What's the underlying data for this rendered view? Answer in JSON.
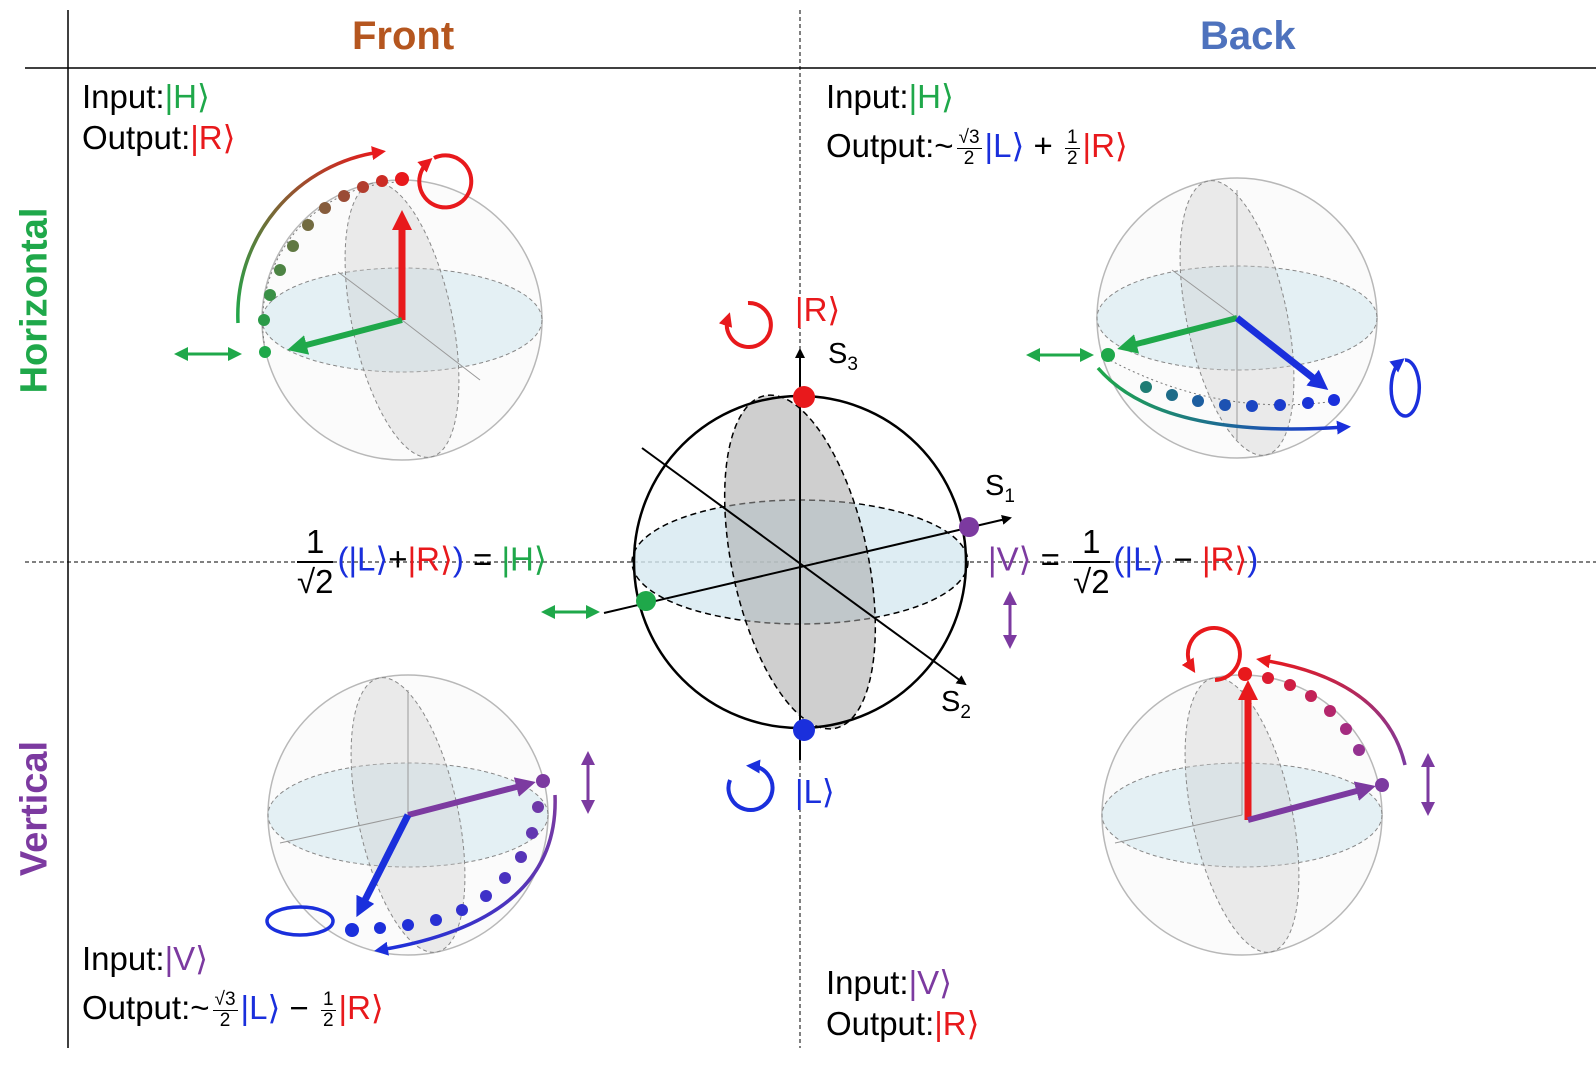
{
  "headers": {
    "front": "Front",
    "back": "Back"
  },
  "rows": {
    "horizontal": "Horizontal",
    "vertical": "Vertical"
  },
  "colors": {
    "front": "#b5561f",
    "back": "#4e72bd",
    "H": "#1fa84a",
    "V": "#7c3aa0",
    "R": "#e8191c",
    "L": "#1a2fdc"
  },
  "panels": {
    "front_horizontal": {
      "input_label": "Input:",
      "input_state": "|H⟩",
      "output_label": "Output:",
      "output_state": "|R⟩"
    },
    "back_horizontal": {
      "input_label": "Input:",
      "input_state": "|H⟩",
      "output_label": "Output:~",
      "coef1_num": "√3",
      "coef1_den": "2",
      "state1": "|L⟩",
      "op": "+",
      "coef2_num": "1",
      "coef2_den": "2",
      "state2": "|R⟩"
    },
    "front_vertical": {
      "input_label": "Input:",
      "input_state": "|V⟩",
      "output_label": "Output:~",
      "coef1_num": "√3",
      "coef1_den": "2",
      "state1": "|L⟩",
      "op": "−",
      "coef2_num": "1",
      "coef2_den": "2",
      "state2": "|R⟩"
    },
    "back_vertical": {
      "input_label": "Input:",
      "input_state": "|V⟩",
      "output_label": "Output:",
      "output_state": "|R⟩"
    }
  },
  "center": {
    "R_state": "|R⟩",
    "L_state": "|L⟩",
    "S3": "S",
    "S3_sub": "3",
    "S1": "S",
    "S1_sub": "1",
    "S2": "S",
    "S2_sub": "2",
    "H_eq": {
      "num": "1",
      "den": "√2",
      "open": "(",
      "L": "|L⟩",
      "plus": "+",
      "R": "|R⟩",
      "close": ")",
      "eq": " = ",
      "H": "|H⟩"
    },
    "V_eq": {
      "V": "|V⟩",
      "eq": " = ",
      "num": "1",
      "den": "√2",
      "open": "(",
      "L": "|L⟩",
      "minus": " − ",
      "R": "|R⟩",
      "close": ")"
    }
  }
}
